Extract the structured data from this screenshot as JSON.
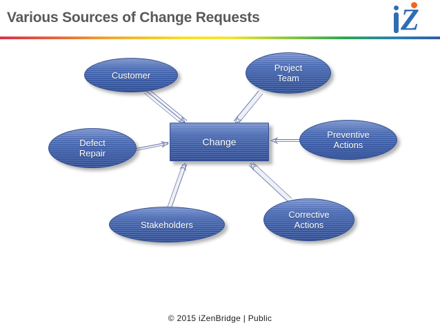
{
  "header": {
    "title": "Various Sources of Change Requests",
    "logo": {
      "mark": "Z",
      "name": "izenbridge-logo",
      "blue": "#2e6db4",
      "orange": "#f26522"
    },
    "rule_colors": [
      "#d8334a",
      "#e8613c",
      "#f0a830",
      "#f5e02a",
      "#7cc043",
      "#2fa84f",
      "#2c7fb8",
      "#2e5fa3"
    ]
  },
  "diagram": {
    "type": "hub-and-spoke",
    "center": {
      "id": "change",
      "label": "Change",
      "shape": "rectangle",
      "fill": "#3f62ab"
    },
    "sources": [
      {
        "id": "customer",
        "label": "Customer",
        "shape": "ellipse",
        "position": "top-left"
      },
      {
        "id": "project-team",
        "label": "Project\nTeam",
        "shape": "ellipse",
        "position": "top-right"
      },
      {
        "id": "preventive",
        "label": "Preventive\nActions",
        "shape": "ellipse",
        "position": "right"
      },
      {
        "id": "defect-repair",
        "label": "Defect\nRepair",
        "shape": "ellipse",
        "position": "left"
      },
      {
        "id": "stakeholders",
        "label": "Stakeholders",
        "shape": "ellipse",
        "position": "bottom-left"
      },
      {
        "id": "corrective",
        "label": "Corrective\nActions",
        "shape": "ellipse",
        "position": "bottom-right"
      }
    ],
    "connector_style": "arrow pointing to center",
    "connector_color": "#8791b5"
  },
  "footer": {
    "text": "© 2015 iZenBridge  |  Public"
  }
}
